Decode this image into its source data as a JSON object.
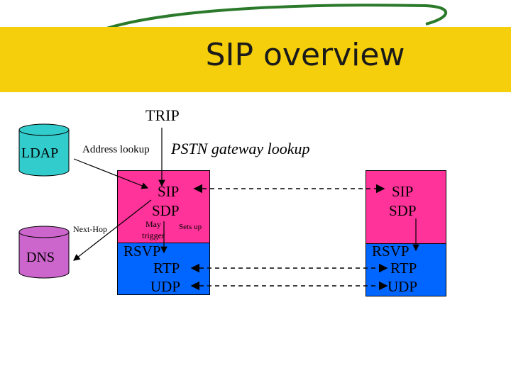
{
  "title": "SIP overview",
  "labels": {
    "trip": "TRIP",
    "address_lookup": "Address lookup",
    "pstn_lookup": "PSTN gateway lookup",
    "next_hop": "Next-Hop",
    "may_trigger_line1": "May",
    "may_trigger_line2": "trigger",
    "sets_up": "Sets up"
  },
  "databases": {
    "ldap": "LDAP",
    "dns": "DNS"
  },
  "left_host": {
    "signaling_line1": "SIP",
    "signaling_line2": "SDP",
    "transport_line1": "RSVP",
    "transport_line2": "RTP",
    "transport_line3": "UDP"
  },
  "right_host": {
    "signaling_line1": "SIP",
    "signaling_line2": "SDP",
    "transport_line1": "RSVP",
    "transport_line2": "RTP",
    "transport_line3": "UDP"
  },
  "colors": {
    "title_band": "#f5cf0c",
    "host_background": "#33cc33",
    "signaling_layer": "#ff3399",
    "transport_layer": "#0066ff",
    "database": "#33cccc",
    "database_dns": "#cc66cc"
  }
}
